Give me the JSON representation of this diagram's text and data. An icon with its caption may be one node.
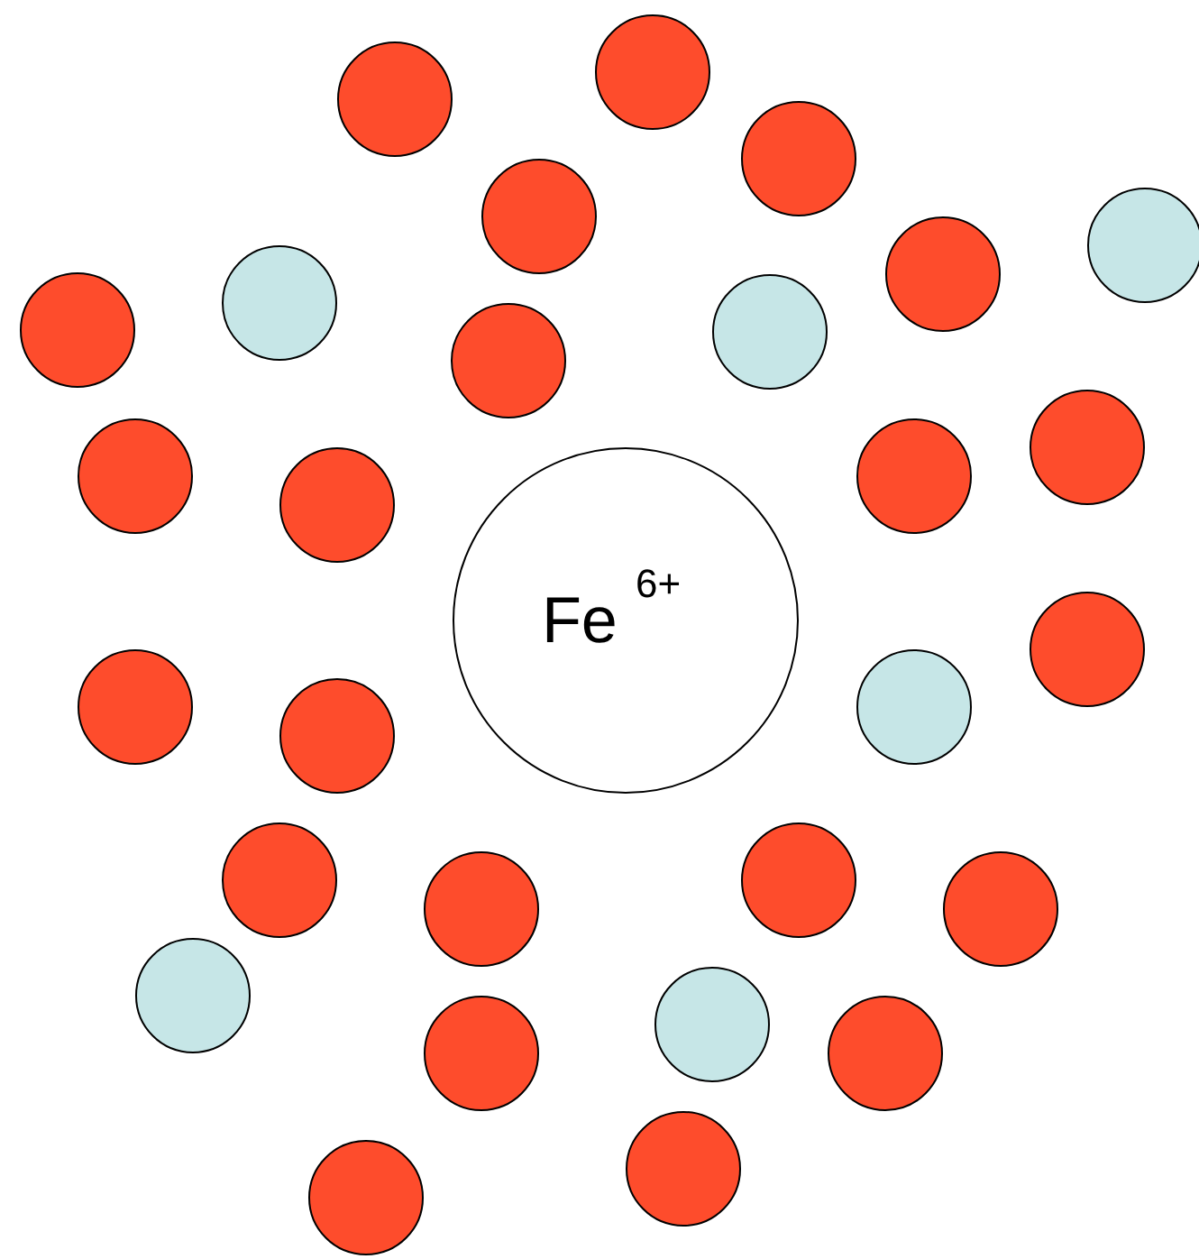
{
  "diagram": {
    "nodes": [
      {
        "text": [
          "Fe $^{6+}$"
        ]
      },
      {
        "text": [],
        "shape": "circle"
      },
      {
        "text": [],
        "shape": "circle"
      },
      {
        "text": [],
        "shape": "circle"
      },
      {
        "text": [],
        "shape": "circle"
      },
      {
        "text": [],
        "shape": "circle"
      },
      {
        "text": [],
        "shape": "circle"
      },
      {
        "text": [],
        "shape": "circle"
      },
      {
        "text": [],
        "shape": "circle"
      },
      {
        "text": [],
        "shape": "circle"
      },
      {
        "text": [],
        "shape": "circle"
      },
      {
        "text": [],
        "shape": "circle"
      },
      {
        "text": [],
        "shape": "circle"
      },
      {
        "text": [],
        "shape": "circle"
      },
      {
        "text": [],
        "shape": "circle"
      },
      {
        "text": [],
        "shape": "circle"
      },
      {
        "text": [],
        "shape": "circle"
      },
      {
        "text": [],
        "shape": "circle"
      },
      {
        "text": [],
        "shape": "circle"
      },
      {
        "text": [],
        "shape": "circle"
      },
      {
        "text": [],
        "shape": "circle"
      },
      {
        "text": [],
        "shape": "circle"
      },
      {
        "text": [],
        "shape": "circle"
      },
      {
        "text": [],
        "shape": "circle"
      },
      {
        "text": [],
        "shape": "circle"
      },
      {
        "text": [],
        "shape": "circle"
      },
      {
        "text": [],
        "shape": "circle"
      },
      {
        "text": [],
        "shape": "circle"
      },
      {
        "text": [],
        "shape": "circle"
      }
    ]
  }
}
